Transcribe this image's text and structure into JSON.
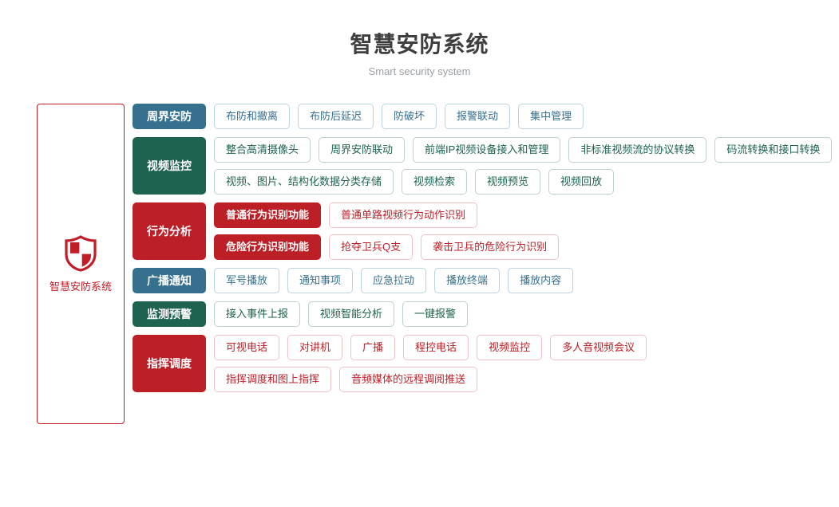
{
  "header": {
    "title": "智慧安防系统",
    "subtitle": "Smart security system"
  },
  "brand": {
    "icon": "shield-icon",
    "label": "智慧安防系统",
    "border_color": "#c21c26",
    "icon_color": "#c21c26"
  },
  "colors": {
    "blue": "#35708f",
    "green": "#1d6350",
    "red": "#bc1f26"
  },
  "sections": [
    {
      "category": "周界安防",
      "theme": "blue",
      "lines": [
        [
          {
            "label": "布防和撤离",
            "style": "outline"
          },
          {
            "label": "布防后延迟",
            "style": "outline"
          },
          {
            "label": "防破坏",
            "style": "outline"
          },
          {
            "label": "报警联动",
            "style": "outline"
          },
          {
            "label": "集中管理",
            "style": "outline"
          }
        ]
      ]
    },
    {
      "category": "视频监控",
      "theme": "green",
      "lines": [
        [
          {
            "label": "整合高清摄像头",
            "style": "outline"
          },
          {
            "label": "周界安防联动",
            "style": "outline"
          },
          {
            "label": "前端IP视频设备接入和管理",
            "style": "outline"
          },
          {
            "label": "非标准视频流的协议转换",
            "style": "outline"
          },
          {
            "label": "码流转换和接口转换",
            "style": "outline"
          }
        ],
        [
          {
            "label": "视频、图片、结构化数据分类存储",
            "style": "outline"
          },
          {
            "label": "视频检索",
            "style": "outline"
          },
          {
            "label": "视频预览",
            "style": "outline"
          },
          {
            "label": "视频回放",
            "style": "outline"
          }
        ]
      ]
    },
    {
      "category": "行为分析",
      "theme": "red",
      "lines": [
        [
          {
            "label": "普通行为识别功能",
            "style": "solid"
          },
          {
            "label": "普通单路视频行为动作识别",
            "style": "outline"
          }
        ],
        [
          {
            "label": "危险行为识别功能",
            "style": "solid"
          },
          {
            "label": "抢夺卫兵Q支",
            "style": "outline"
          },
          {
            "label": "袭击卫兵的危险行为识别",
            "style": "outline"
          }
        ]
      ]
    },
    {
      "category": "广播通知",
      "theme": "blue",
      "lines": [
        [
          {
            "label": "军号播放",
            "style": "outline"
          },
          {
            "label": "通知事项",
            "style": "outline"
          },
          {
            "label": "应急拉动",
            "style": "outline"
          },
          {
            "label": "播放终端",
            "style": "outline"
          },
          {
            "label": "播放内容",
            "style": "outline"
          }
        ]
      ]
    },
    {
      "category": "监测预警",
      "theme": "green",
      "lines": [
        [
          {
            "label": "接入事件上报",
            "style": "outline"
          },
          {
            "label": "视频智能分析",
            "style": "outline"
          },
          {
            "label": "一键报警",
            "style": "outline"
          }
        ]
      ]
    },
    {
      "category": "指挥调度",
      "theme": "red",
      "lines": [
        [
          {
            "label": "可视电话",
            "style": "outline"
          },
          {
            "label": "对讲机",
            "style": "outline"
          },
          {
            "label": "广播",
            "style": "outline"
          },
          {
            "label": "程控电话",
            "style": "outline"
          },
          {
            "label": "视频监控",
            "style": "outline"
          },
          {
            "label": "多人音视频会议",
            "style": "outline"
          }
        ],
        [
          {
            "label": "指挥调度和图上指挥",
            "style": "outline"
          },
          {
            "label": "音频媒体的远程调阅推送",
            "style": "outline"
          }
        ]
      ]
    }
  ]
}
